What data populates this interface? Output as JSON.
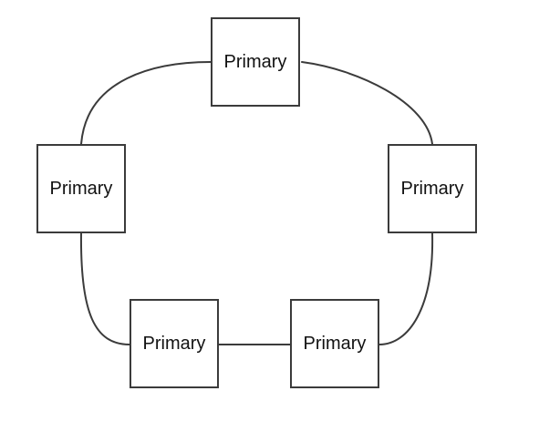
{
  "diagram": {
    "nodes": [
      {
        "id": "top",
        "label": "Primary"
      },
      {
        "id": "left",
        "label": "Primary"
      },
      {
        "id": "right",
        "label": "Primary"
      },
      {
        "id": "bottom_left",
        "label": "Primary"
      },
      {
        "id": "bottom_right",
        "label": "Primary"
      }
    ],
    "edges": [
      {
        "from": "top",
        "to": "right"
      },
      {
        "from": "right",
        "to": "bottom_right"
      },
      {
        "from": "bottom_right",
        "to": "bottom_left"
      },
      {
        "from": "bottom_left",
        "to": "left"
      },
      {
        "from": "left",
        "to": "top"
      }
    ]
  },
  "colors": {
    "stroke": "#3b3b3b",
    "text": "#111111",
    "background": "#ffffff"
  }
}
